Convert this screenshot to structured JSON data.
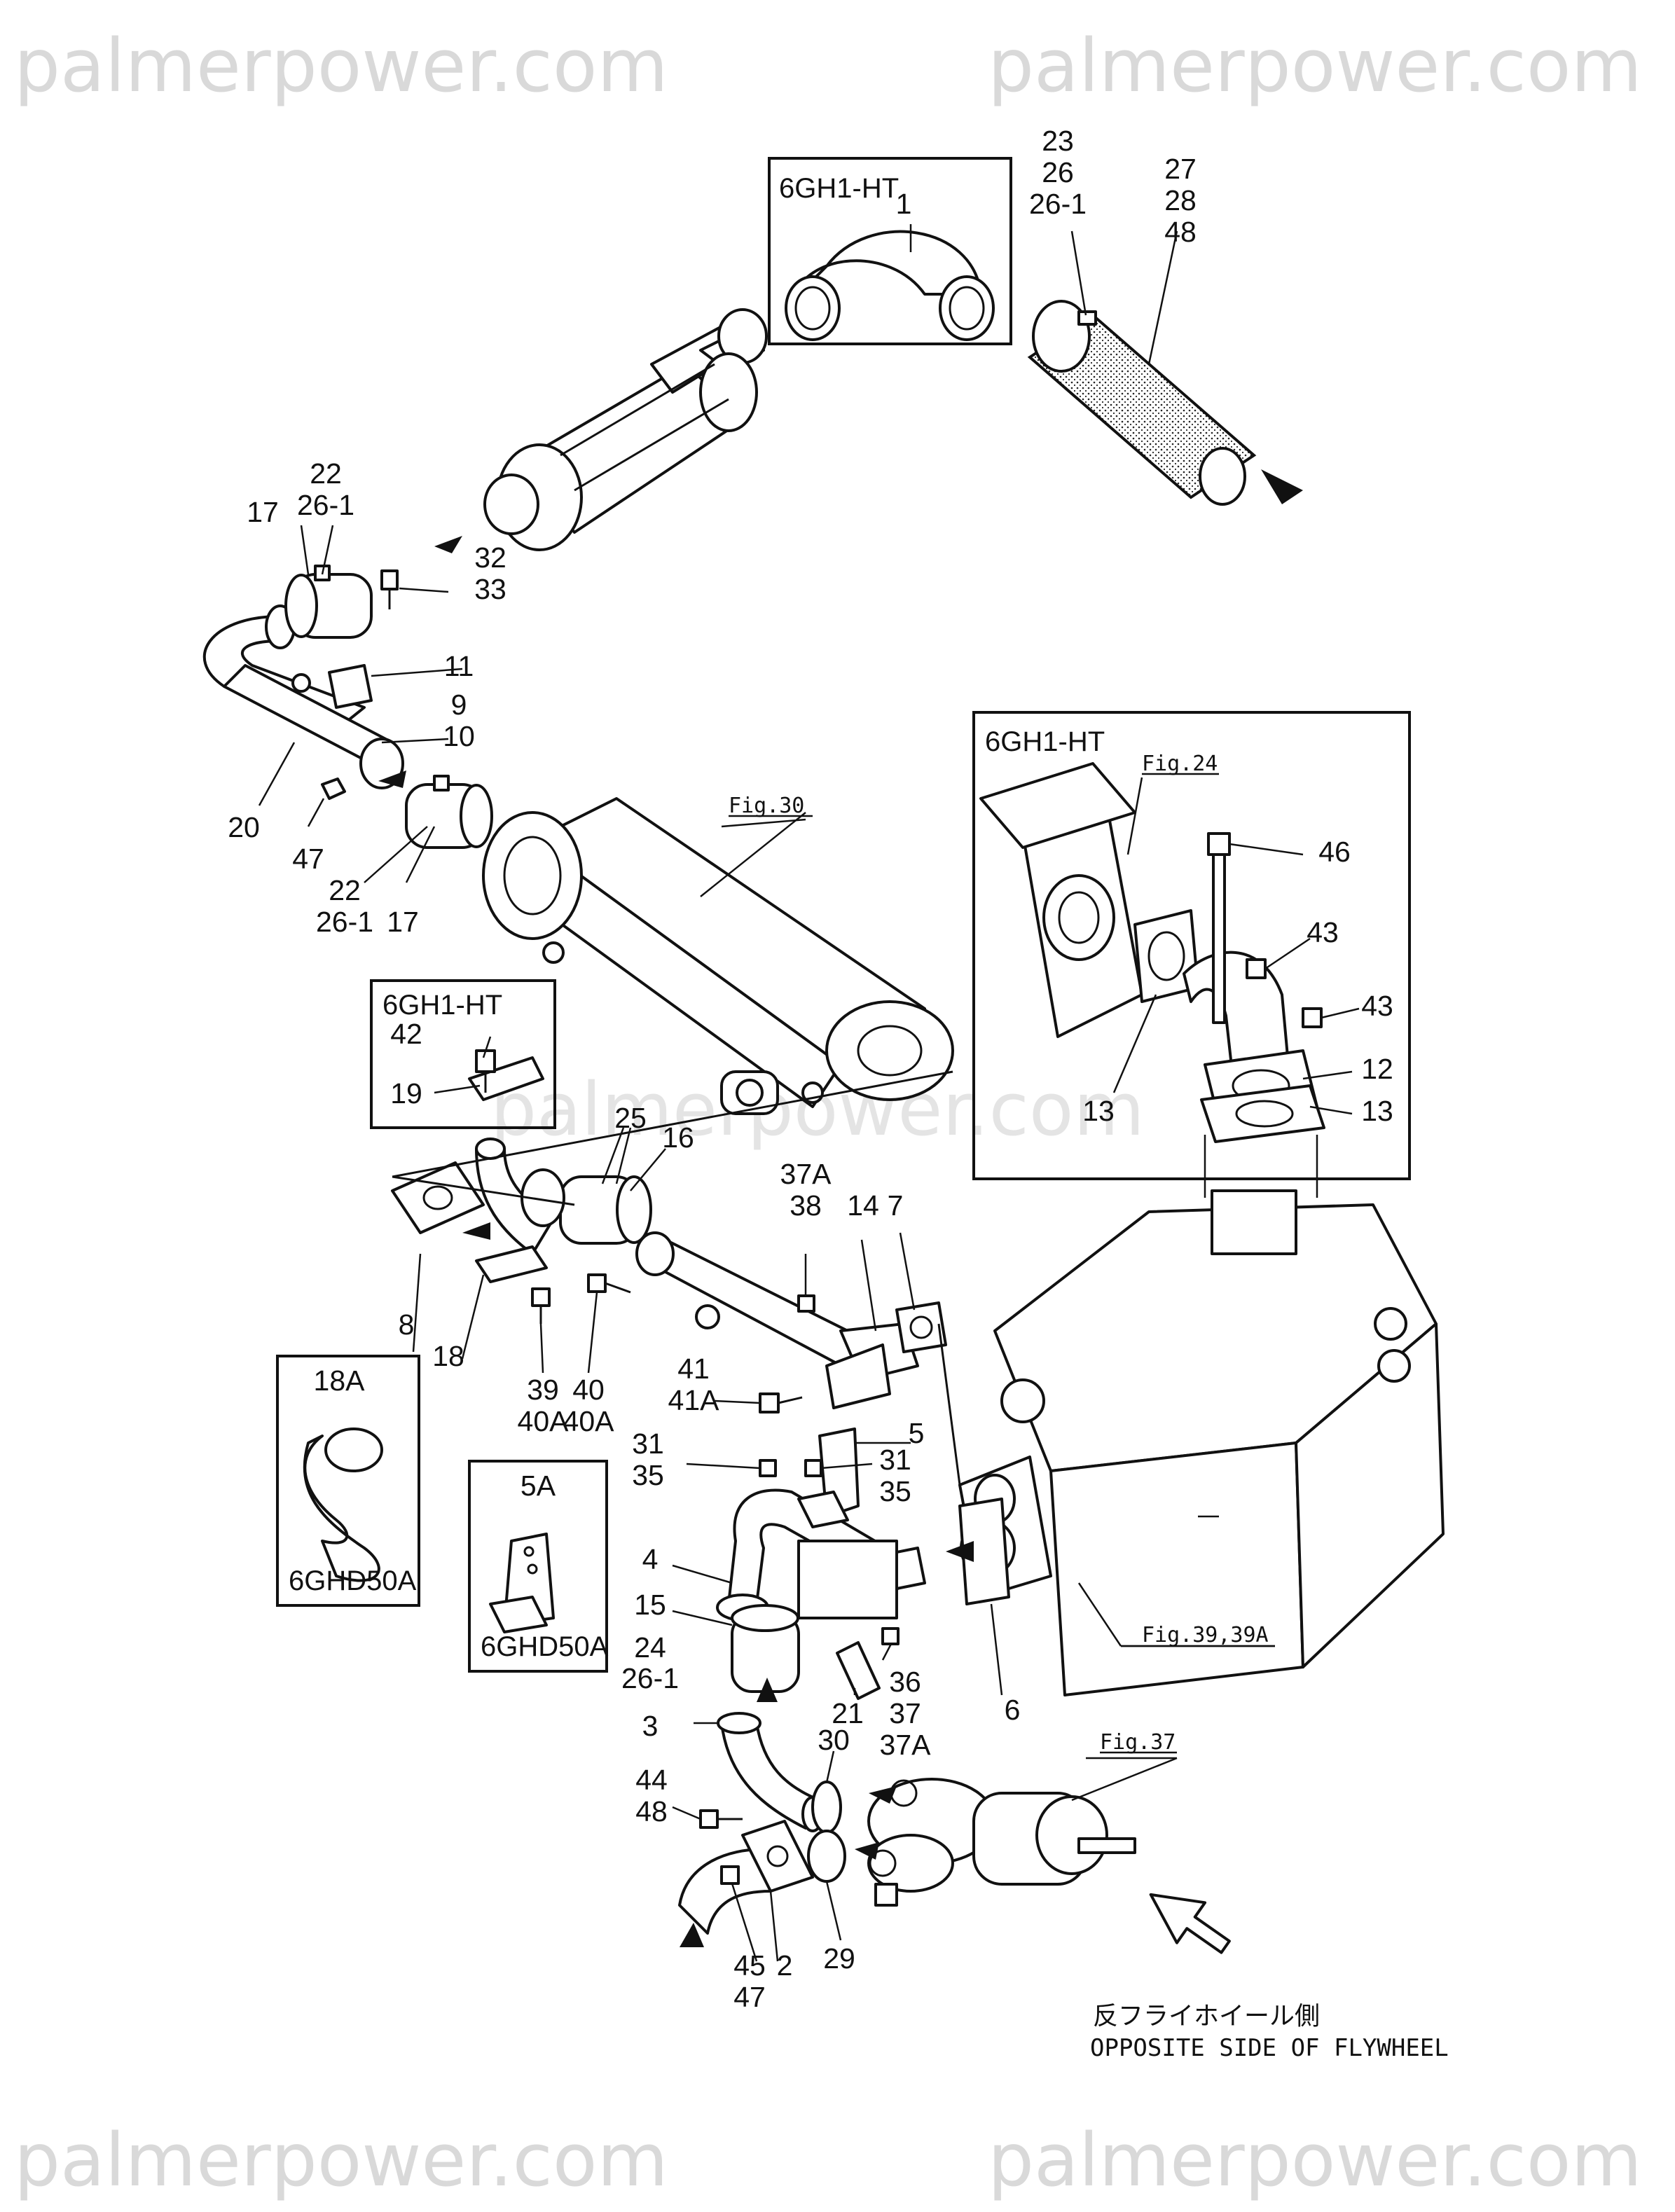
{
  "watermark": "palmerpower.com",
  "boxes": {
    "model_a": "6GH1-HT",
    "model_b": "6GH1-HT",
    "model_c": "6GH1-HT",
    "model_d": "6GHD50A",
    "model_e": "6GHD50A"
  },
  "figure_refs": {
    "fig24": "Fig.24",
    "fig30": "Fig.30",
    "fig37": "Fig.37",
    "fig39": "Fig.39,39A"
  },
  "direction_note": {
    "japanese": "反フライホイール側",
    "english": "OPPOSITE SIDE OF FLYWHEEL"
  },
  "callouts": {
    "c1": "1",
    "c23": "23\n26\n26-1",
    "c27": "27\n28\n48",
    "c22a": "22\n26-1",
    "c17a": "17",
    "c32": "32\n33",
    "c11": "11",
    "c9": "9\n10",
    "c20": "20",
    "c47": "47",
    "c22b": "22\n26-1",
    "c17b": "17",
    "c42": "42",
    "c19": "19",
    "c25": "25",
    "c16": "16",
    "c37a": "37A\n38",
    "c14": "14",
    "c7": "7",
    "c8": "8",
    "c18": "18",
    "c39": "39\n40A",
    "c40": "40\n40A",
    "c41": "41\n41A",
    "c18a": "18A",
    "c5a": "5A",
    "c5": "5",
    "c31a": "31\n35",
    "c31b": "31\n35",
    "c4": "4",
    "c15": "15\n24\n26-1",
    "c36": "36\n37\n37A",
    "c21": "21",
    "c6": "6",
    "c3": "3",
    "c30": "30",
    "c44": "44\n48",
    "c29": "29",
    "c45": "45\n47",
    "c2": "2",
    "c46": "46",
    "c43a": "43",
    "c43b": "43",
    "c12": "12",
    "c13a": "13",
    "c13b": "13"
  }
}
